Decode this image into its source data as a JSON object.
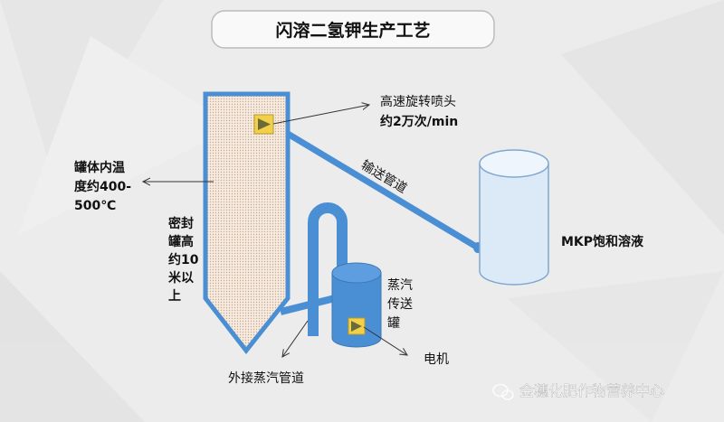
{
  "title": "闪溶二氢钾生产工艺",
  "labels": {
    "nozzle": [
      "高速旋转喷头",
      "约2万次/min"
    ],
    "temperature": [
      "罐体内温",
      "度约400-",
      "500℃"
    ],
    "tank_height": [
      "密封",
      "罐高",
      "约10",
      "米以",
      "上"
    ],
    "pipe": "输送管道",
    "solution": "MKP饱和溶液",
    "steam_tank": [
      "蒸汽",
      "传送",
      "罐"
    ],
    "motor": "电机",
    "steam_pipe": "外接蒸汽管道"
  },
  "watermark": "金穗化肥作物营养中心",
  "colors": {
    "pipe": "#4a8fd4",
    "tank_fill": "#f5e6d6",
    "solution_tank": "#dceaf8",
    "motor": "#f2d04a"
  }
}
